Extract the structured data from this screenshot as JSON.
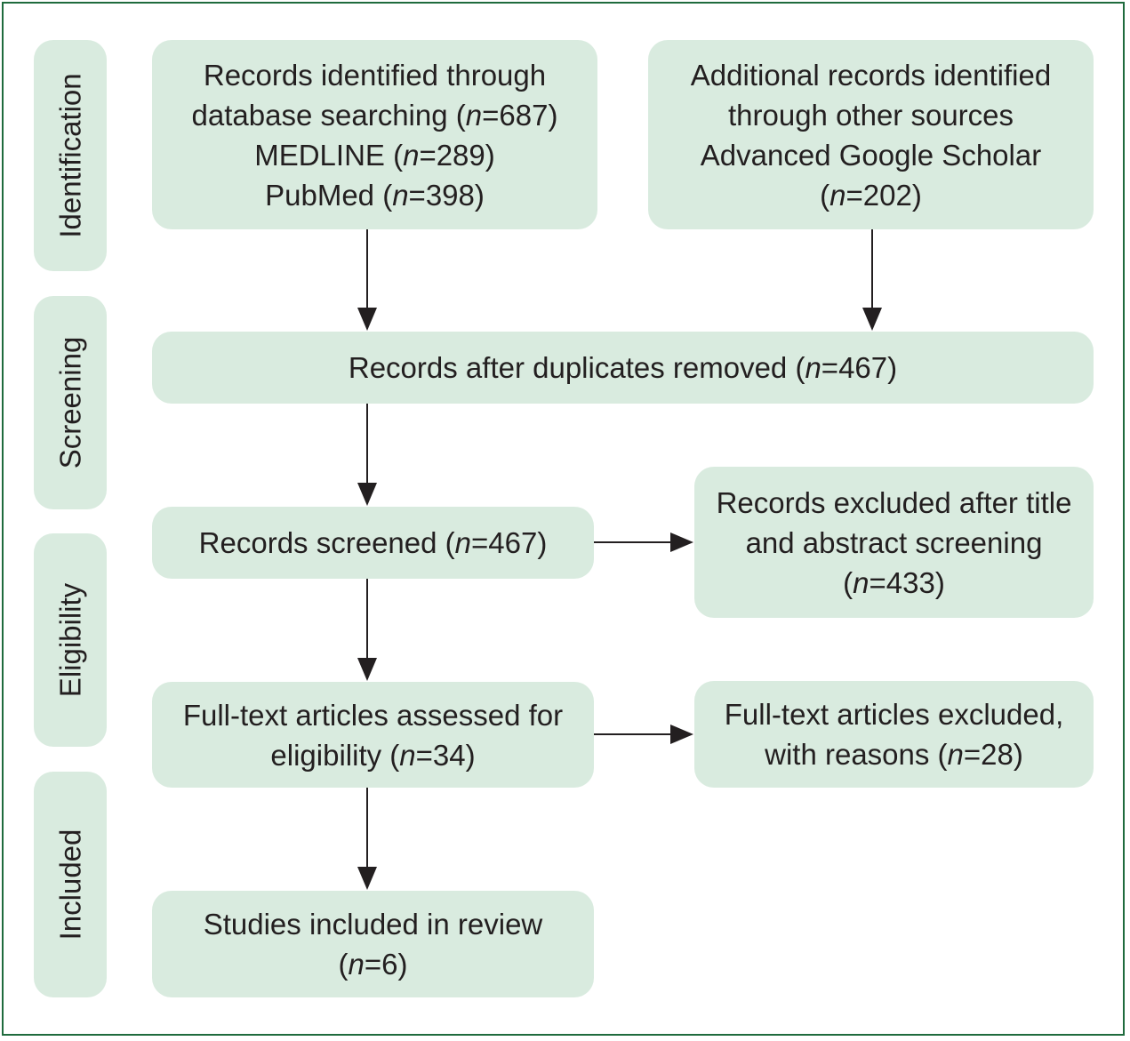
{
  "phases": {
    "identification": "Identification",
    "screening": "Screening",
    "eligibility": "Eligibility",
    "included": "Included"
  },
  "boxes": {
    "database_records": {
      "line1": "Records identified through",
      "line2_pre": "database searching (",
      "line2_n": "n",
      "line2_post": "=687)",
      "line3_pre": "MEDLINE (",
      "line3_n": "n",
      "line3_post": "=289)",
      "line4_pre": "PubMed (",
      "line4_n": "n",
      "line4_post": "=398)"
    },
    "other_records": {
      "line1": "Additional records identified",
      "line2": "through other sources",
      "line3": "Advanced Google Scholar",
      "line4_pre": "(",
      "line4_n": "n",
      "line4_post": "=202)"
    },
    "duplicates_removed": {
      "pre": "Records after duplicates removed (",
      "n": "n",
      "post": "=467)"
    },
    "screened": {
      "pre": "Records screened (",
      "n": "n",
      "post": "=467)"
    },
    "excluded_title": {
      "line1": "Records excluded after title",
      "line2": "and abstract screening",
      "line3_pre": "(",
      "line3_n": "n",
      "line3_post": "=433)"
    },
    "fulltext_assessed": {
      "line1": "Full-text articles assessed for",
      "line2_pre": "eligibility (",
      "line2_n": "n",
      "line2_post": "=34)"
    },
    "fulltext_excluded": {
      "line1": "Full-text articles excluded,",
      "line2_pre": "with reasons (",
      "line2_n": "n",
      "line2_post": "=28)"
    },
    "included_studies": {
      "line1": "Studies included in review",
      "line2_pre": "(",
      "line2_n": "n",
      "line2_post": "=6)"
    }
  },
  "colors": {
    "box_fill": "#d9ebdf",
    "frame": "#1f6b3d",
    "text": "#231f20",
    "arrow": "#231f20"
  }
}
